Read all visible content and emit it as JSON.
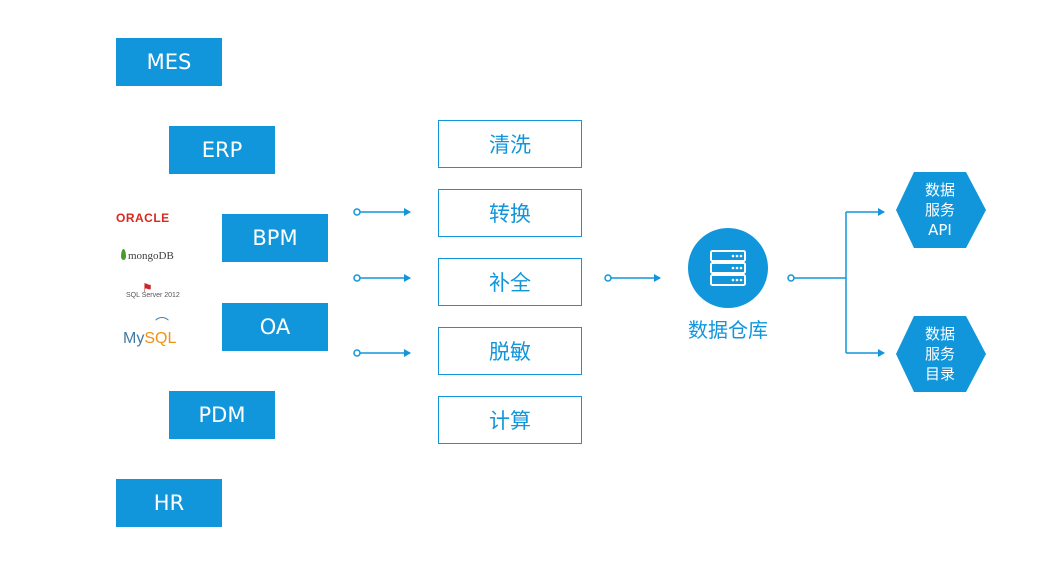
{
  "sources": [
    {
      "label": "MES"
    },
    {
      "label": "ERP"
    },
    {
      "label": "BPM"
    },
    {
      "label": "OA"
    },
    {
      "label": "PDM"
    },
    {
      "label": "HR"
    }
  ],
  "database_logos": {
    "oracle": "ORACLE",
    "mongodb": "mongoDB",
    "sqlserver": "SQL Server 2012",
    "mysql_my": "My",
    "mysql_sql": "SQL"
  },
  "steps": [
    {
      "label": "清洗"
    },
    {
      "label": "转换"
    },
    {
      "label": "补全"
    },
    {
      "label": "脱敏"
    },
    {
      "label": "计算"
    }
  ],
  "warehouse": {
    "label": "数据仓库",
    "icon": "server-rack-icon"
  },
  "services": [
    {
      "line1": "数据",
      "line2": "服务",
      "line3": "API"
    },
    {
      "line1": "数据",
      "line2": "服务",
      "line3": "目录"
    }
  ],
  "colors": {
    "accent": "#1296db",
    "oracle": "#d9291c",
    "mongodb_leaf": "#4a9a2e",
    "mysql_blue": "#4479a1",
    "mysql_orange": "#f29111"
  }
}
